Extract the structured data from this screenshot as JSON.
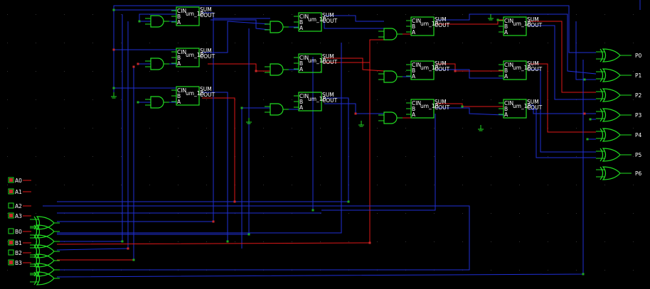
{
  "colors": {
    "background": "#000000",
    "grid_dot": "#333333",
    "wire_blue": "#1f2fd6",
    "wire_red": "#e01818",
    "gate": "#22dd22",
    "pin_green": "#1faa1f",
    "pin_red": "#c82828",
    "text": "#ffffff"
  },
  "inputs": [
    "A0",
    "A1",
    "A2",
    "A3",
    "B0",
    "B1",
    "B2",
    "B3"
  ],
  "outputs": [
    "P0",
    "P1",
    "P2",
    "P3",
    "P4",
    "P5",
    "P6"
  ],
  "cell": {
    "name": "um_1B",
    "pins": {
      "cin": "CIN",
      "b": "B",
      "a": "A",
      "sum": "SUM",
      "cout": "COUT"
    }
  },
  "cell_count": 12
}
